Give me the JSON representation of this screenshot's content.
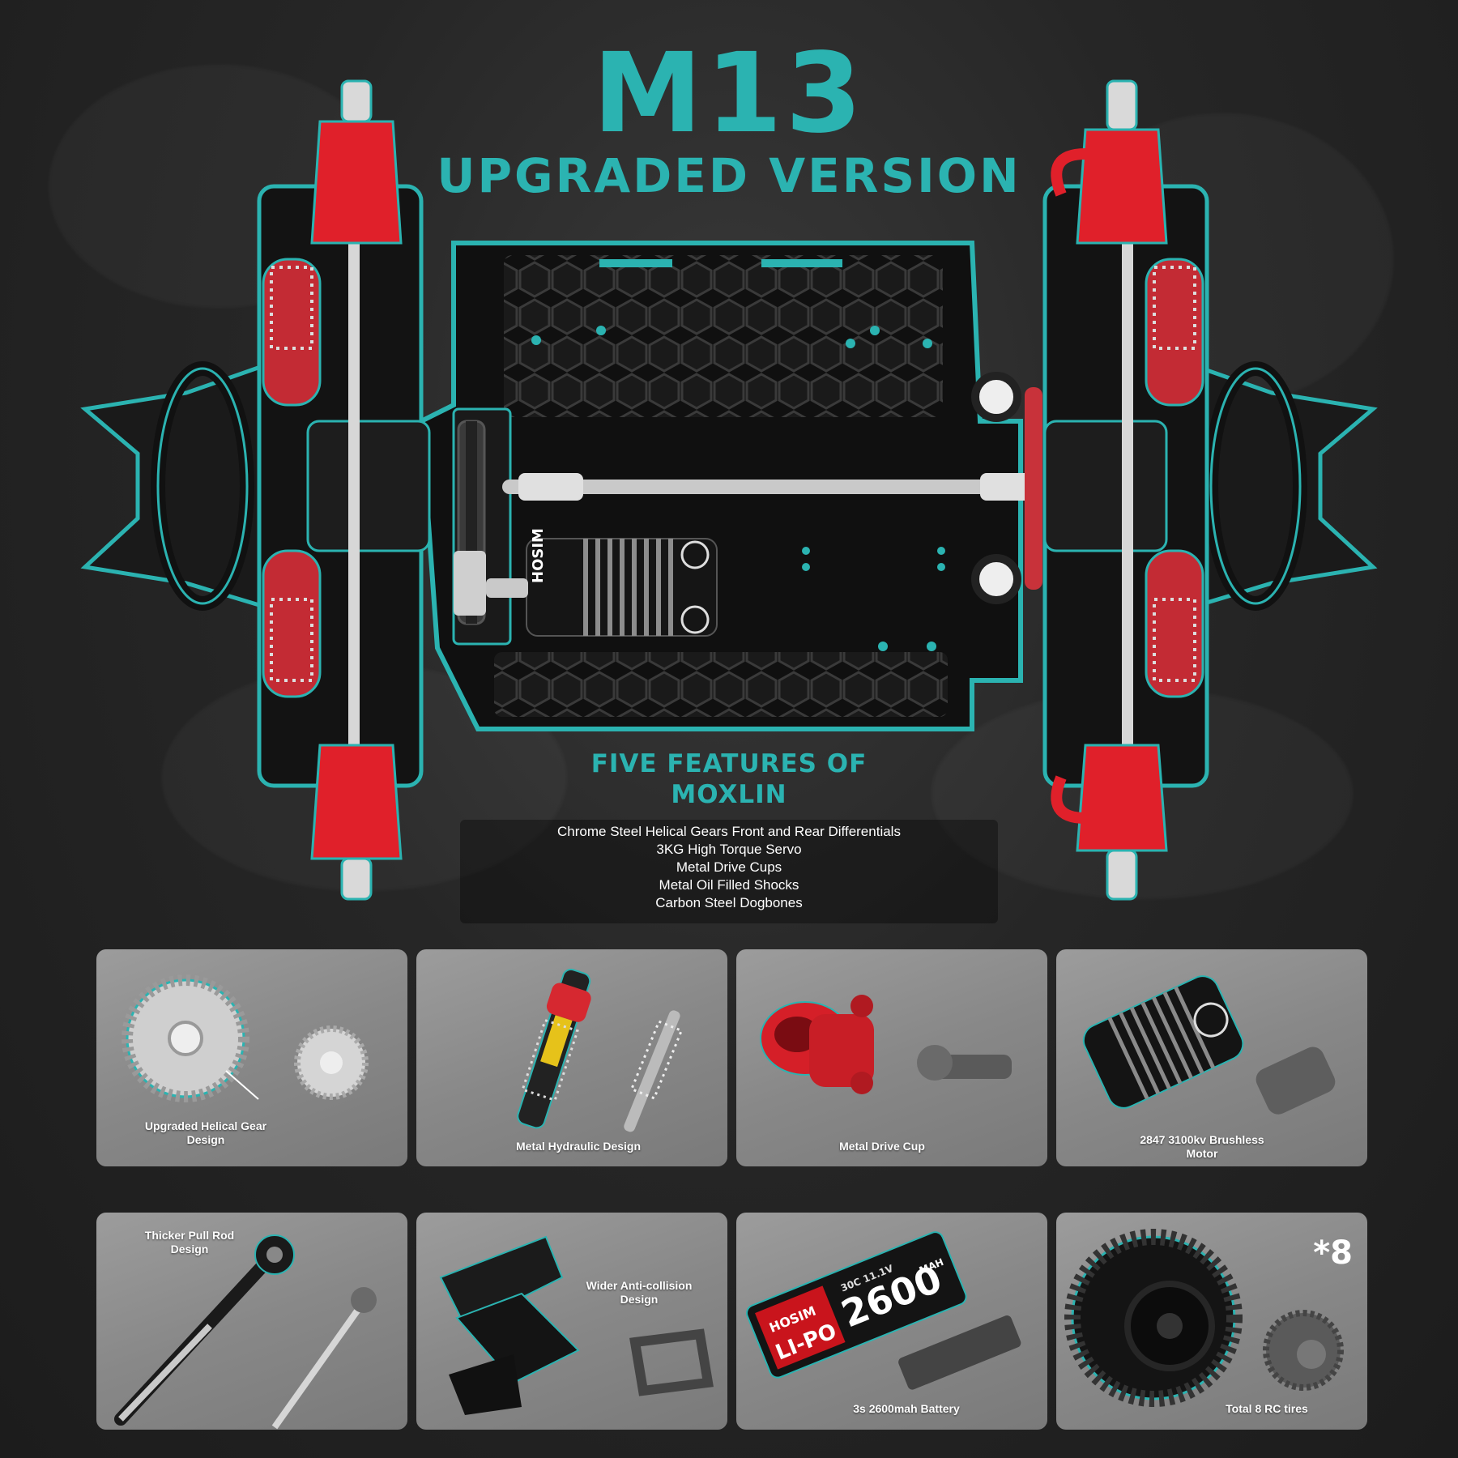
{
  "header": {
    "title": "M13",
    "subtitle": "UPGRADED VERSION"
  },
  "chassis": {
    "motor_brand": "HOSIM"
  },
  "features": {
    "title_line1": "FIVE FEATURES OF",
    "title_line2": "MOXLIN",
    "items": [
      "Chrome Steel Helical Gears Front and Rear Differentials",
      "3KG High Torque Servo",
      "Metal Drive Cups",
      "Metal Oil Filled Shocks",
      "Carbon Steel Dogbones"
    ]
  },
  "cards": [
    {
      "label_line1": "Upgraded Helical Gear",
      "label_line2": "Design"
    },
    {
      "label_line1": "Metal Hydraulic Design",
      "label_line2": ""
    },
    {
      "label_line1": "Metal Drive Cup",
      "label_line2": ""
    },
    {
      "label_line1": "2847 3100kv Brushless",
      "label_line2": "Motor"
    },
    {
      "label_line1": "Thicker Pull Rod",
      "label_line2": "Design"
    },
    {
      "label_line1": "Wider Anti-collision",
      "label_line2": "Design"
    },
    {
      "label_line1": "3s 2600mah Battery",
      "label_line2": ""
    },
    {
      "label_line1": "Total 8 RC tires",
      "label_line2": "",
      "badge": "*8"
    }
  ],
  "battery": {
    "brand": "HOSIM",
    "type": "LI-PO",
    "capacity": "2600",
    "unit": "MAH",
    "rating": "30C 11.1V"
  },
  "colors": {
    "accent": "#2bb3b1",
    "part_red": "#e0202a",
    "background": "#262626"
  }
}
